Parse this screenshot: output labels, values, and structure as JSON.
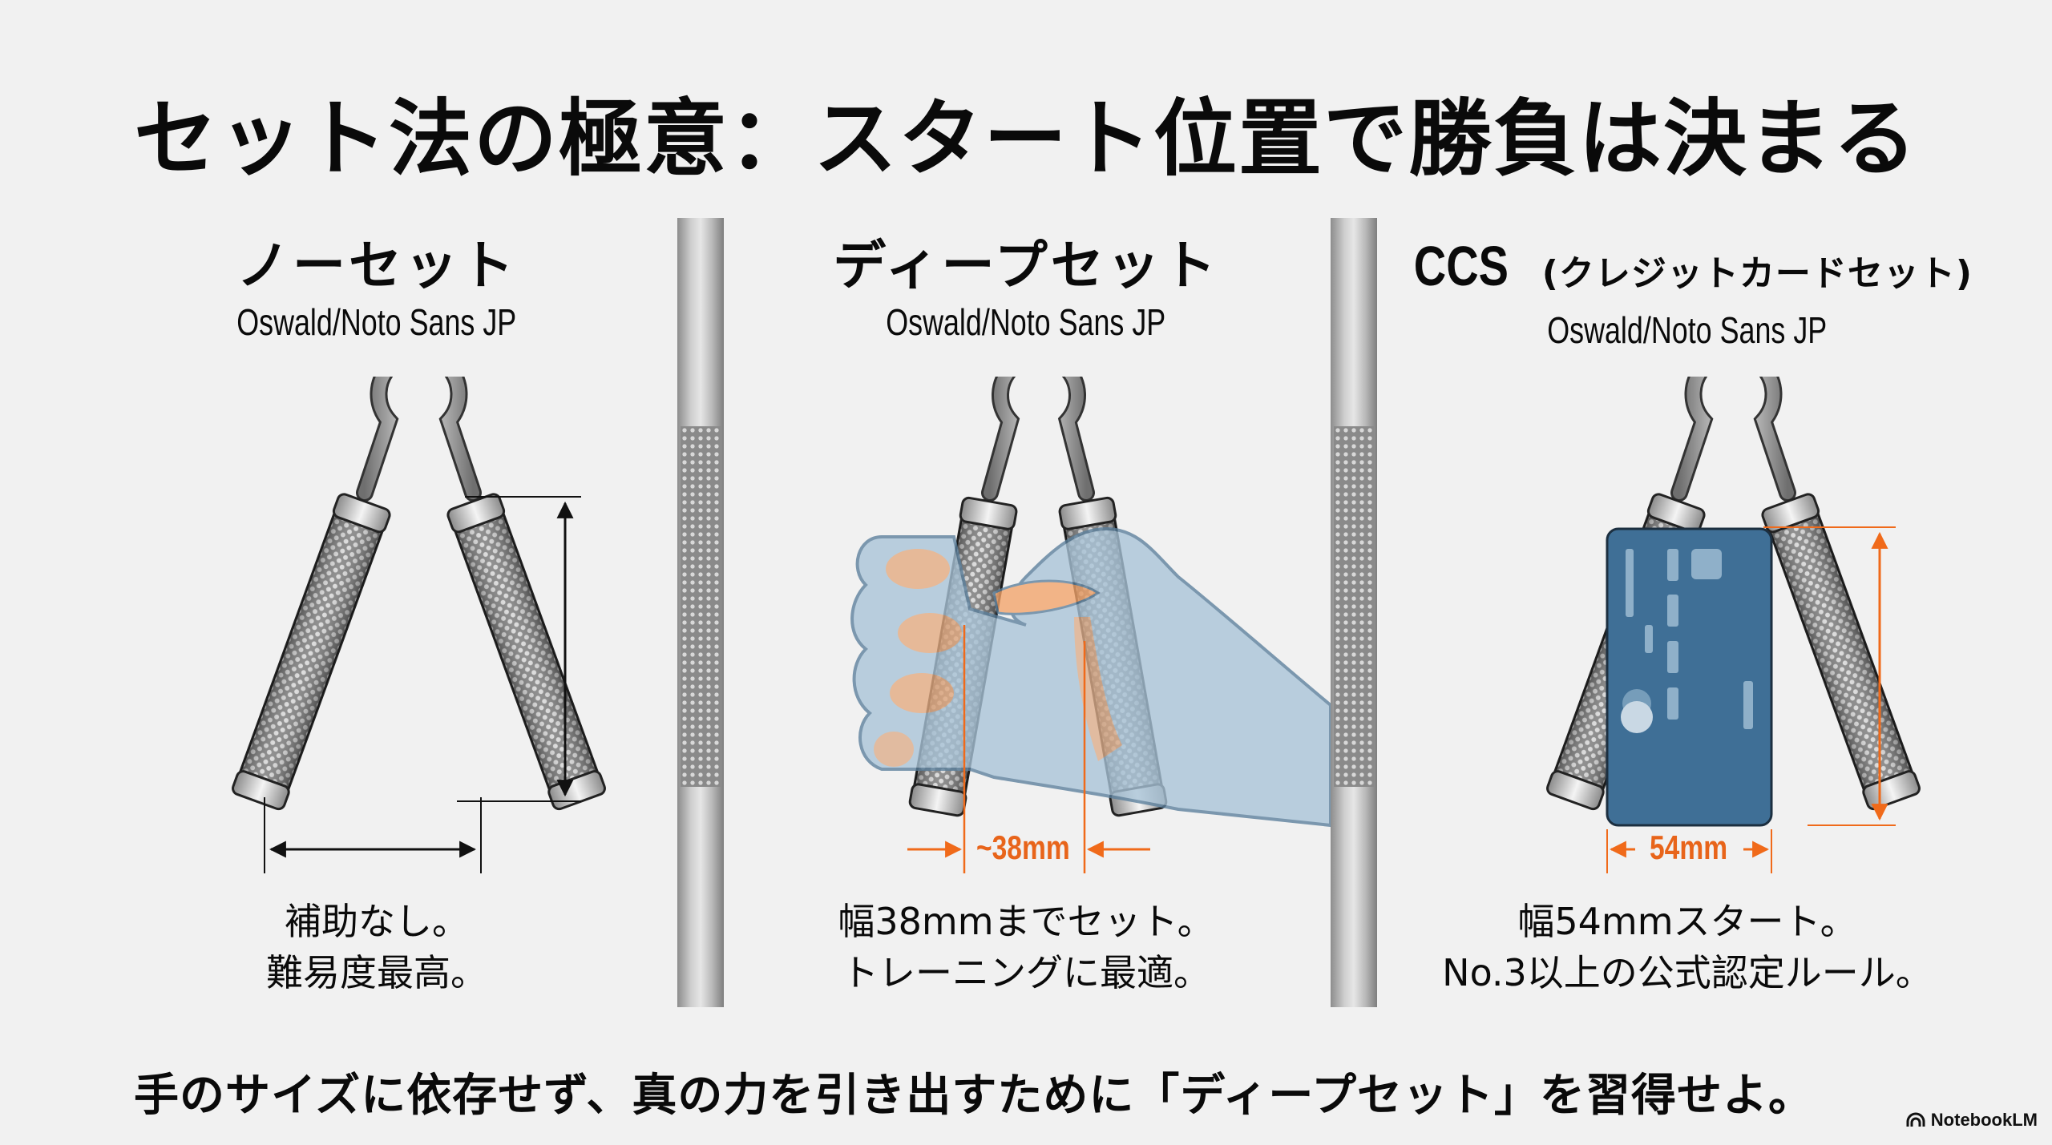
{
  "title": "セット法の極意：スタート位置で勝負は決まる",
  "colors": {
    "background": "#f1f1f1",
    "text": "#0a0a0a",
    "accent_orange": "#f06a1a",
    "card_blue": "#3f6f96",
    "hand_blue": "#a9c4d8",
    "metal": "#9a9a9a"
  },
  "columns": [
    {
      "name": "ノーセット",
      "font_note": "Oswald/Noto Sans JP",
      "description_line1": "補助なし。",
      "description_line2": "難易度最高。",
      "illustration": "gripper-open-no-set"
    },
    {
      "name": "ディープセット",
      "font_note": "Oswald/Noto Sans JP",
      "dimension_label": "~38mm",
      "description_line1": "幅38mmまでセット。",
      "description_line2": "トレーニングに最適。",
      "illustration": "gripper-deep-set-hand"
    },
    {
      "name_main": "CCS",
      "name_paren": "(クレジットカードセット)",
      "font_note": "Oswald/Noto Sans JP",
      "dimension_label": "54mm",
      "description_line1": "幅54mmスタート。",
      "description_line2": "No.3以上の公式認定ルール。",
      "illustration": "gripper-credit-card-set"
    }
  ],
  "footer": "手のサイズに依存せず、真の力を引き出すために「ディープセット」を習得せよ。",
  "brand": {
    "label": "NotebookLM",
    "icon": "notebooklm-logo-icon"
  }
}
